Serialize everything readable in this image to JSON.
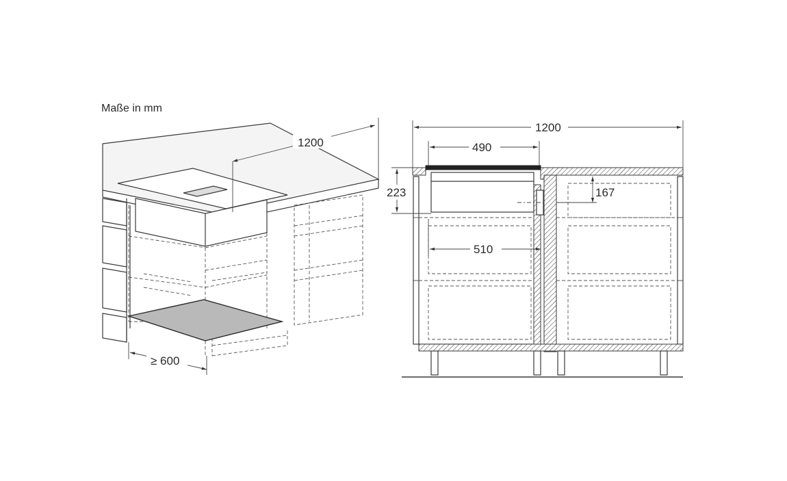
{
  "units_caption": "Maße in mm",
  "left_view": {
    "width_label": "1200",
    "depth_label": "≥ 600"
  },
  "right_view": {
    "overall_width_label": "1200",
    "hob_width_label": "490",
    "depth_label": "223",
    "offset_label": "167",
    "unit_width_label": "510"
  }
}
